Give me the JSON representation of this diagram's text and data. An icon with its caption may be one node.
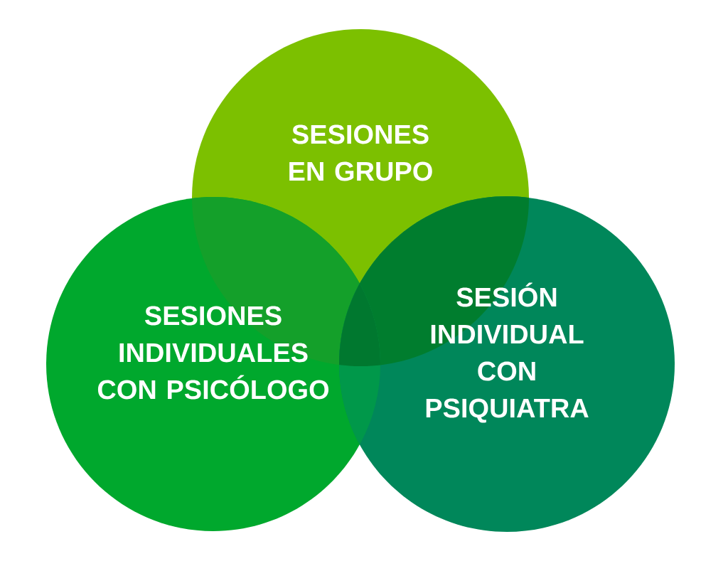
{
  "diagram": {
    "nodes": [
      {
        "text": [
          "SESIONES EN GRUPO"
        ]
      },
      {
        "text": [
          "SESIONES INDIVIDUALES CON PSICÓLOGO"
        ]
      },
      {
        "text": [
          "SESIÓN INDIVIDUAL CON PSIQUIATRA"
        ]
      }
    ]
  }
}
